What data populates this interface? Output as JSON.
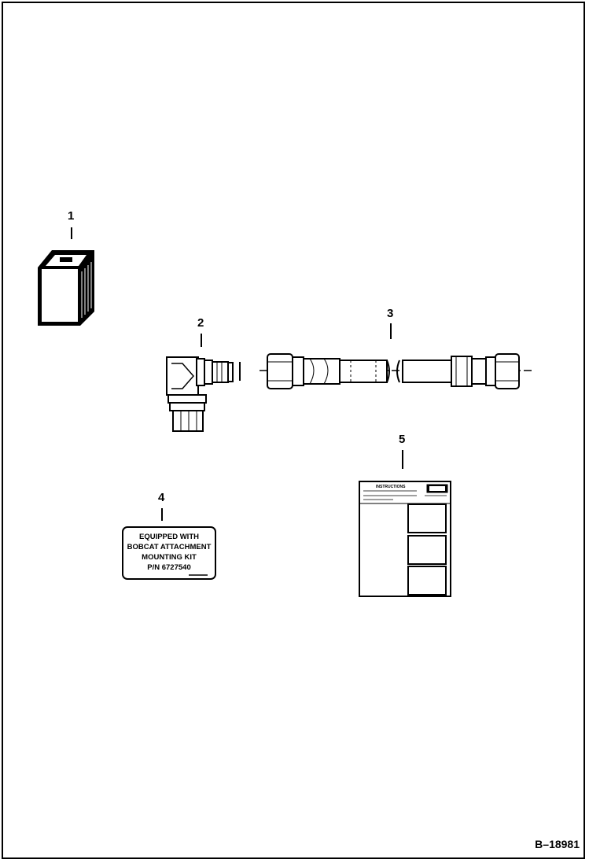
{
  "figure_id": "B–18981",
  "callouts": [
    "1",
    "2",
    "3",
    "4",
    "5"
  ],
  "decal": {
    "lines": [
      "EQUIPPED WITH",
      "BOBCAT ATTACHMENT",
      "MOUNTING KIT",
      "P/N 6727540"
    ]
  },
  "instructions_sheet": {
    "title": "INSTRUCTIONS"
  }
}
